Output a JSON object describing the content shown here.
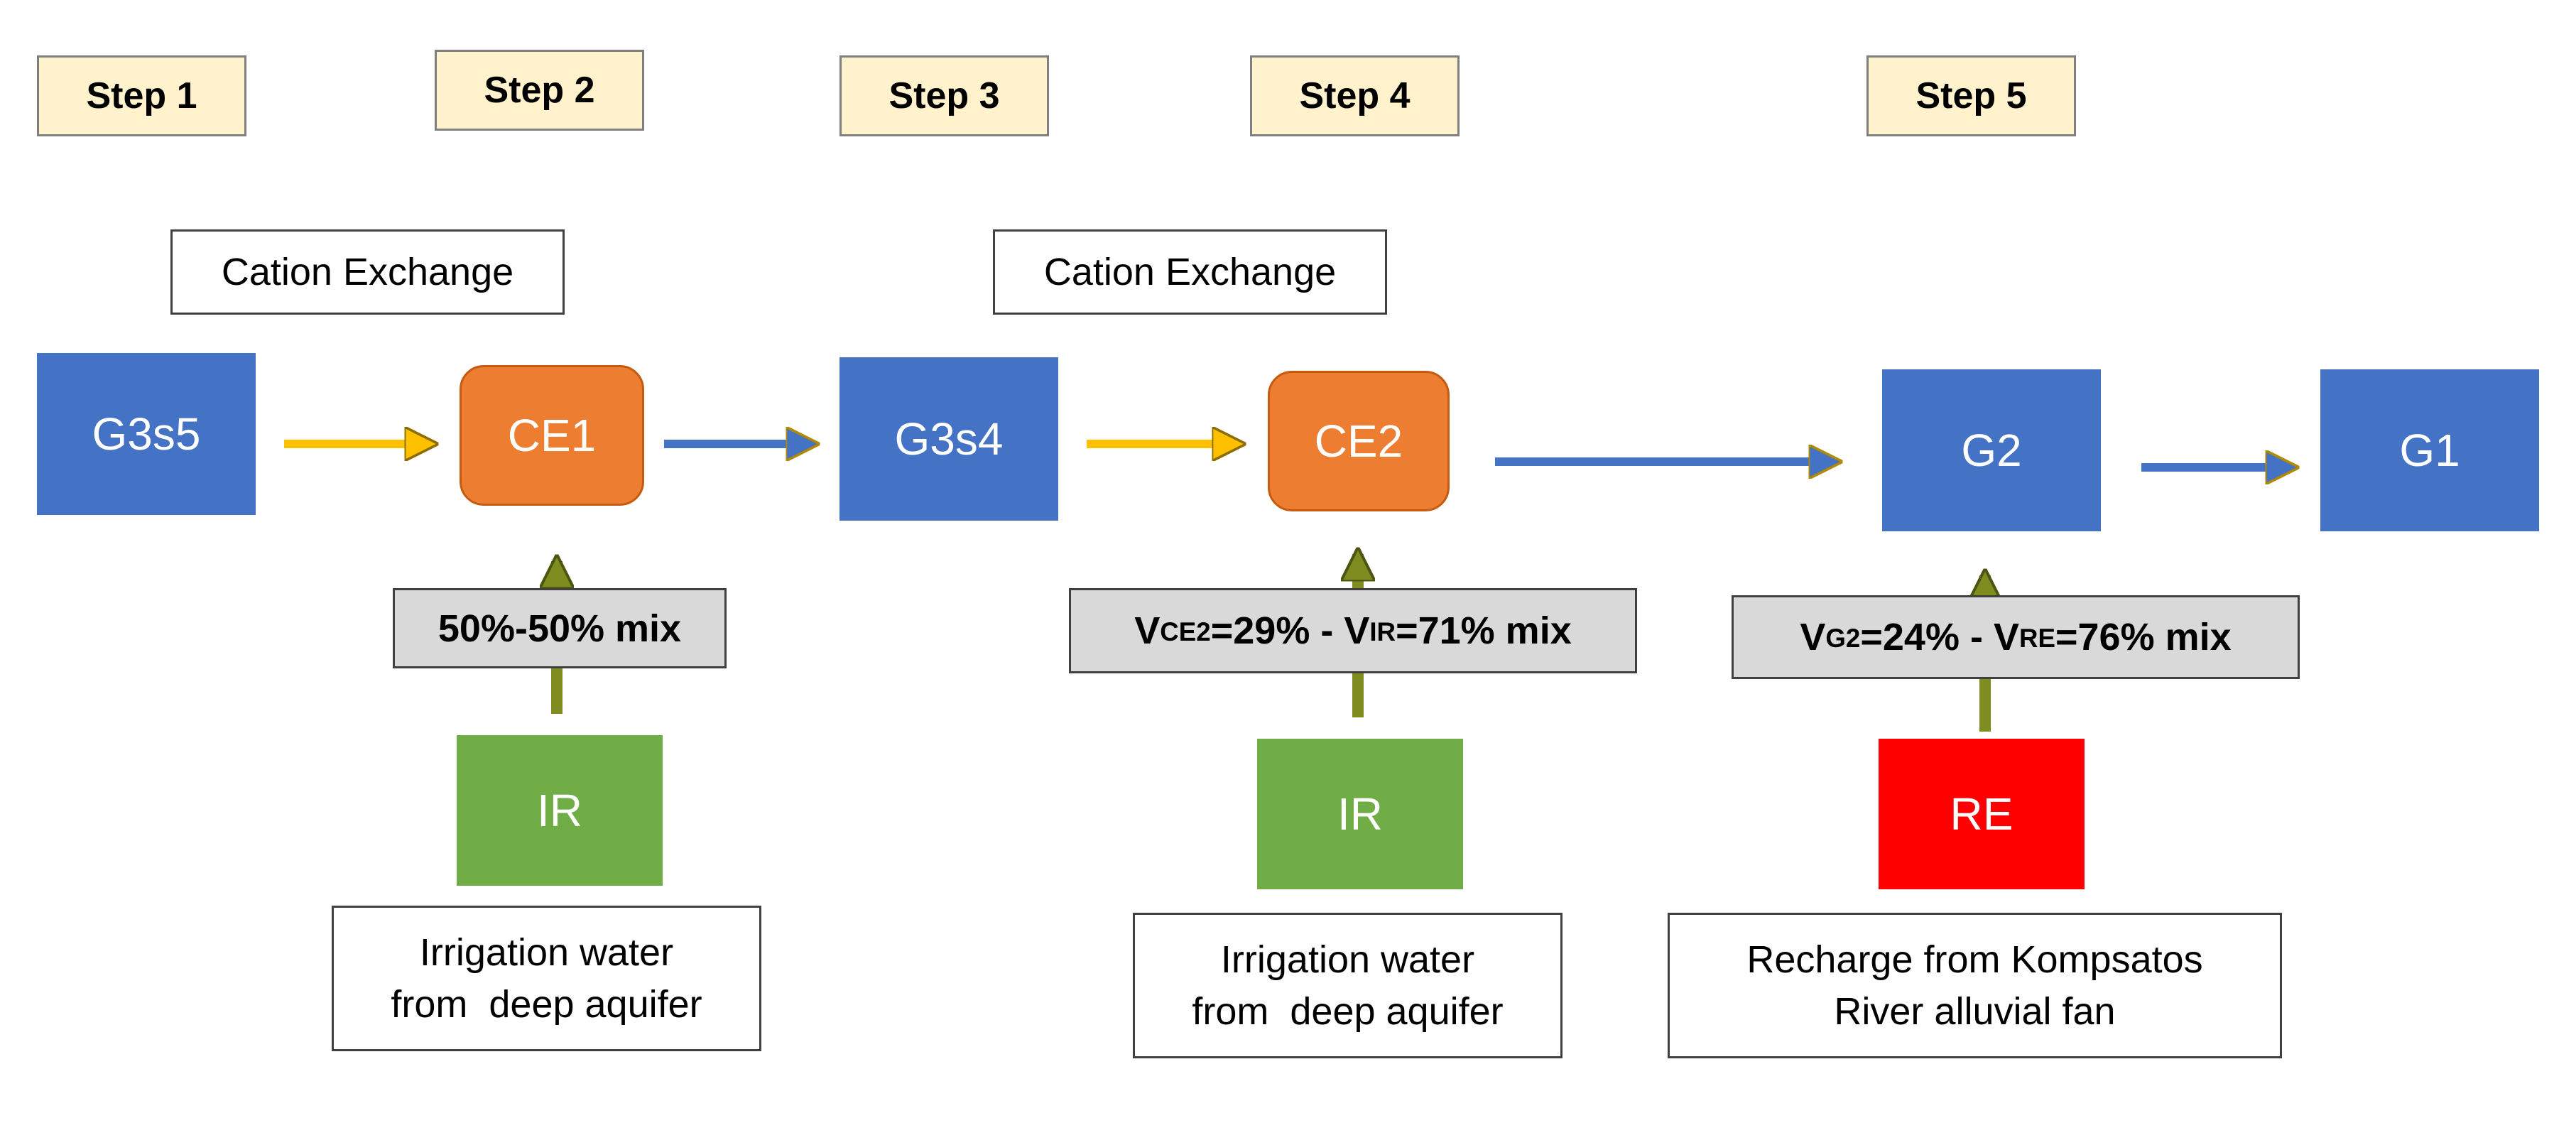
{
  "steps": [
    "Step 1",
    "Step 2",
    "Step 3",
    "Step 4",
    "Step 5"
  ],
  "process_labels": {
    "ce1_process": "Cation Exchange",
    "ce2_process": "Cation Exchange"
  },
  "nodes": {
    "g3s5": "G3s5",
    "ce1": "CE1",
    "g3s4": "G3s4",
    "ce2": "CE2",
    "g2": "G2",
    "g1": "G1",
    "ir1": "IR",
    "ir2": "IR",
    "re": "RE"
  },
  "mixes": {
    "mix1": "50%-50% mix",
    "mix2": {
      "v1": "V",
      "s1": "CE2",
      "mid": "=29% - V",
      "s2": "IR",
      "end": "=71% mix"
    },
    "mix3": {
      "v1": "V",
      "s1": "G2",
      "mid": "=24% - V",
      "s2": "RE",
      "end": "=76% mix"
    }
  },
  "sources": {
    "ir1_line1": "Irrigation water",
    "ir1_line2": "from  deep aquifer",
    "ir2_line1": "Irrigation water",
    "ir2_line2": "from  deep aquifer",
    "re_line1": "Recharge from Kompsatos",
    "re_line2": "River alluvial fan"
  },
  "colors": {
    "node_blue": "#4472c4",
    "node_orange": "#ed7d31",
    "node_green": "#70ad47",
    "node_red": "#ff0000",
    "step_fill": "#fff2cc",
    "mix_fill": "#d9d9d9",
    "arrow_yellow": "#ffc000",
    "arrow_blue": "#4472c4",
    "arrow_olive": "#7f8c1f"
  }
}
